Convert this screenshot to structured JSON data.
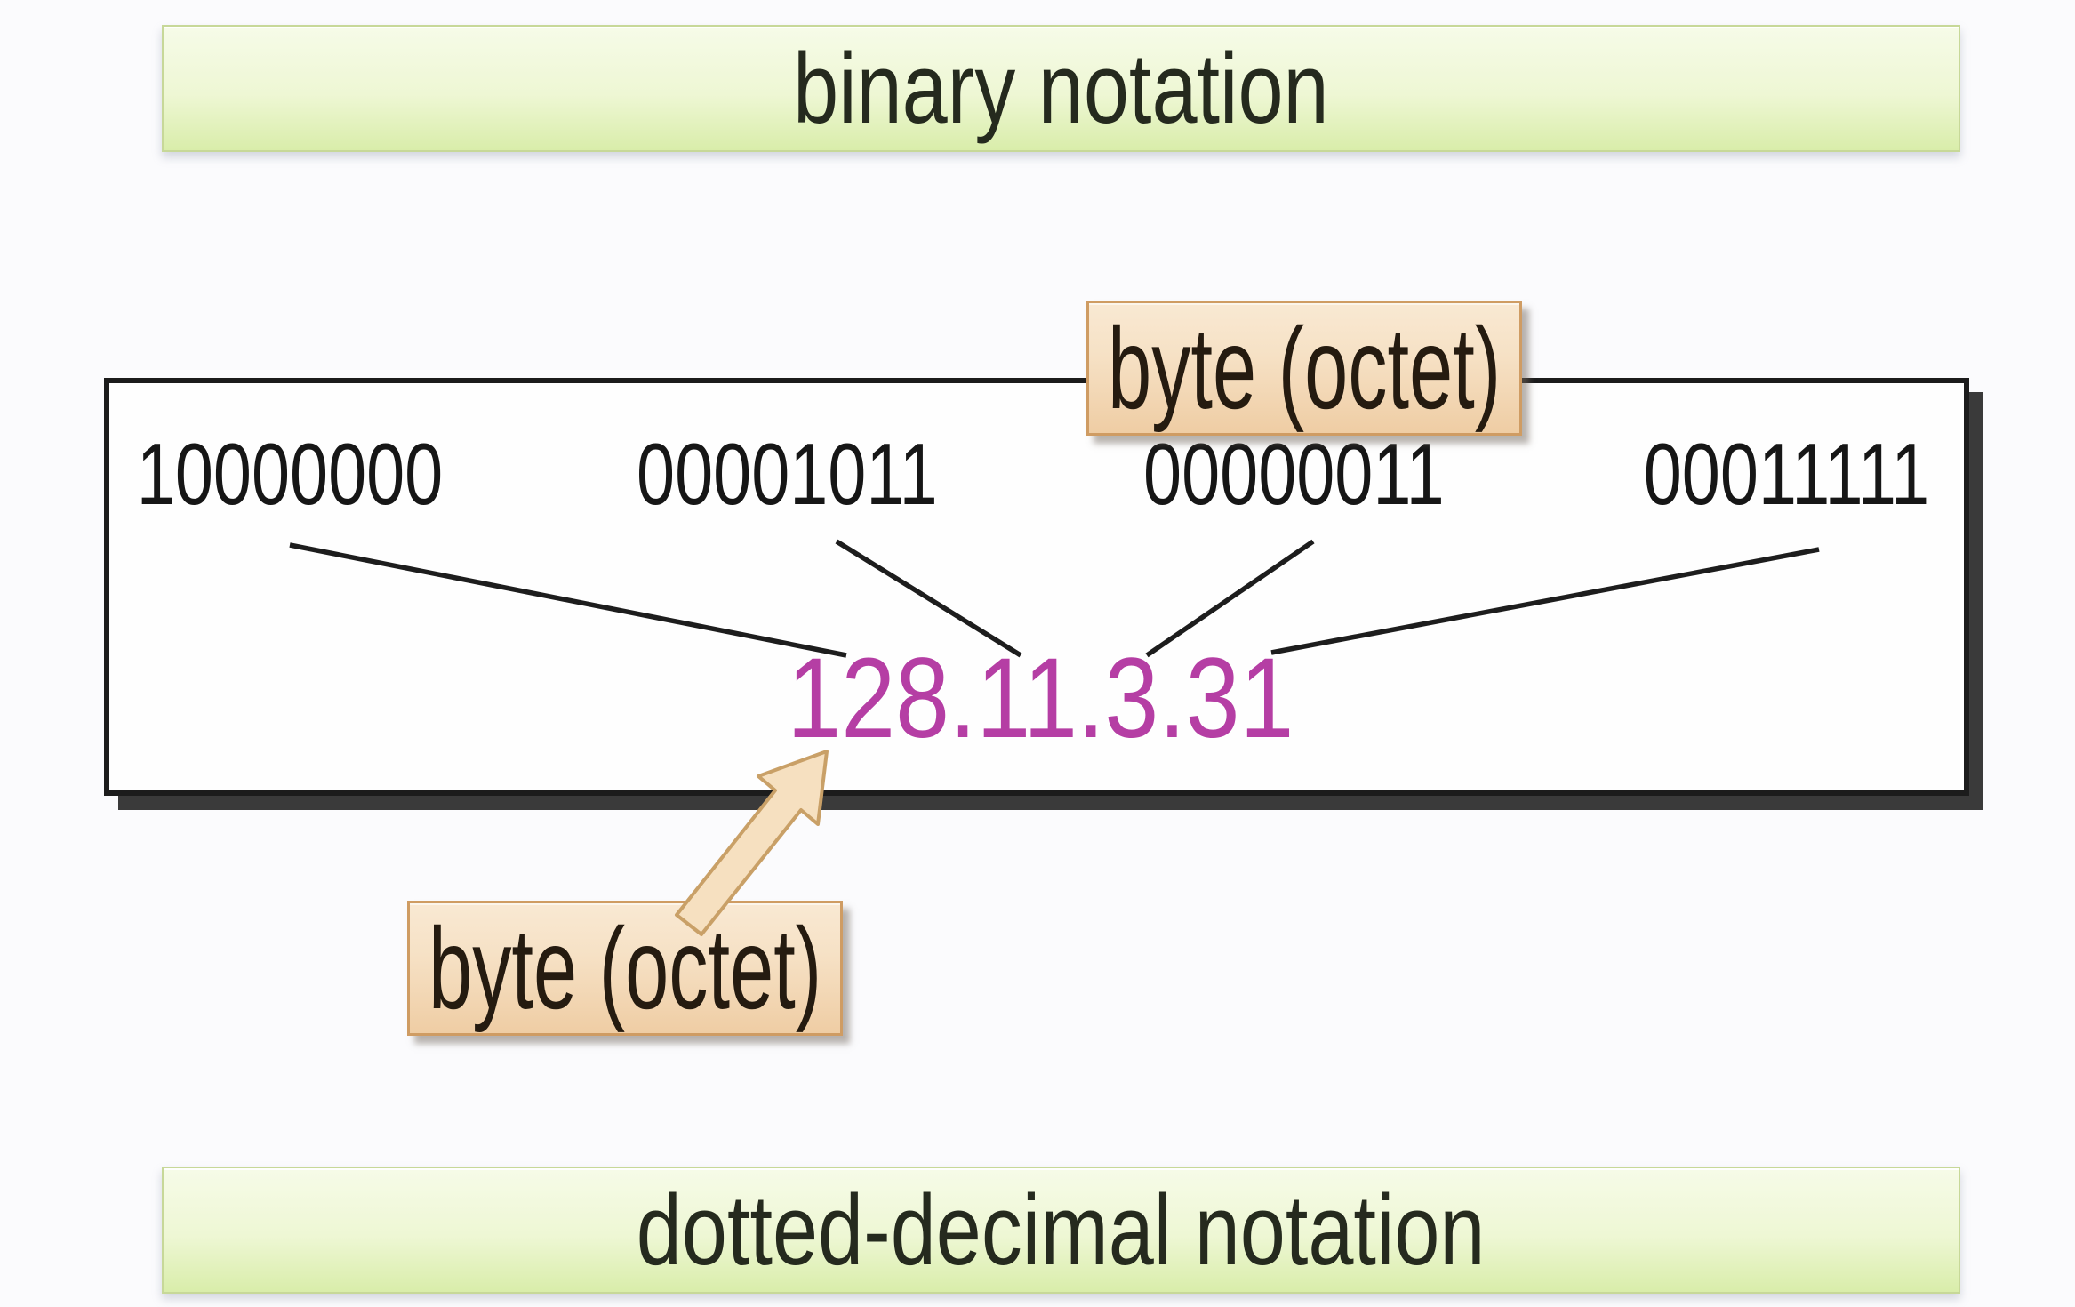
{
  "banners": {
    "top": {
      "label": "binary notation"
    },
    "bottom": {
      "label": "dotted-decimal notation"
    }
  },
  "binary_box": {
    "octets": [
      "10000000",
      "00001011",
      "00000011",
      "00011111"
    ]
  },
  "decimal": {
    "value": "128.11.3.31",
    "color": "#b53ea4"
  },
  "callouts": {
    "byte_top": {
      "label": "byte (octet)"
    },
    "byte_bottom": {
      "label": "byte (octet)"
    }
  },
  "diagram_data": {
    "type": "ipv4-notation-mapping",
    "mapping": [
      {
        "binary": "10000000",
        "decimal": 128
      },
      {
        "binary": "00001011",
        "decimal": 11
      },
      {
        "binary": "00000011",
        "decimal": 3
      },
      {
        "binary": "00011111",
        "decimal": 31
      }
    ]
  },
  "colors": {
    "banner_fill_top": "#f6fbe8",
    "banner_fill_bottom": "#d9edaa",
    "banner_border": "#c7d898",
    "box_border": "#1c1c1c",
    "box_shadow": "#3a3a3a",
    "callout_fill_top": "#f9e9d3",
    "callout_fill_bottom": "#efcda4",
    "callout_border": "#cf9c63",
    "connector_line": "#1d1d1d",
    "arrow_fill": "#f6e0c0",
    "arrow_stroke": "#c9a067"
  }
}
